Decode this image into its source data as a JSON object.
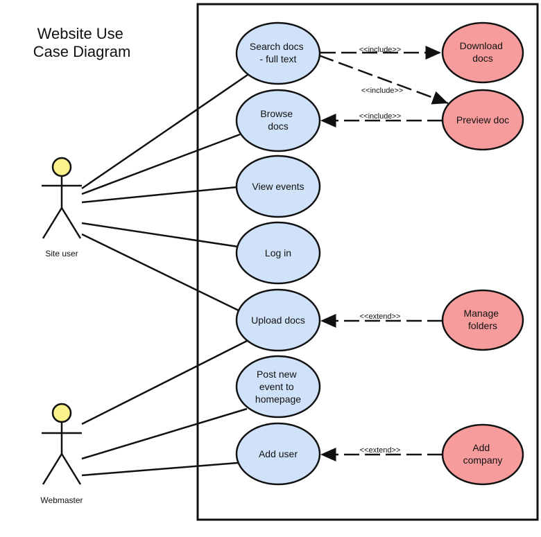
{
  "title": [
    "Website Use",
    "Case Diagram"
  ],
  "actors": {
    "site_user": {
      "label": "Site user"
    },
    "webmaster": {
      "label": "Webmaster"
    }
  },
  "use_cases": {
    "search_docs": {
      "lines": [
        "Search docs",
        "- full text"
      ]
    },
    "browse_docs": {
      "lines": [
        "Browse",
        "docs"
      ]
    },
    "view_events": {
      "lines": [
        "View events"
      ]
    },
    "log_in": {
      "lines": [
        "Log in"
      ]
    },
    "upload_docs": {
      "lines": [
        "Upload docs"
      ]
    },
    "post_event": {
      "lines": [
        "Post new",
        "event to",
        "homepage"
      ]
    },
    "add_user": {
      "lines": [
        "Add user"
      ]
    },
    "download_docs": {
      "lines": [
        "Download",
        "docs"
      ]
    },
    "preview_doc": {
      "lines": [
        "Preview doc"
      ]
    },
    "manage_folders": {
      "lines": [
        "Manage",
        "folders"
      ]
    },
    "add_company": {
      "lines": [
        "Add",
        "company"
      ]
    }
  },
  "relationships": {
    "include_download": "<<include>>",
    "include_preview": "<<include>>",
    "include_browse": "<<include>>",
    "extend_upload": "<<extend>>",
    "extend_add_user": "<<extend>>"
  },
  "colors": {
    "primary_use_case": "#cfe2f9",
    "secondary_use_case": "#f79c9c",
    "actor_head": "#fbf28c",
    "stroke": "#111111"
  }
}
